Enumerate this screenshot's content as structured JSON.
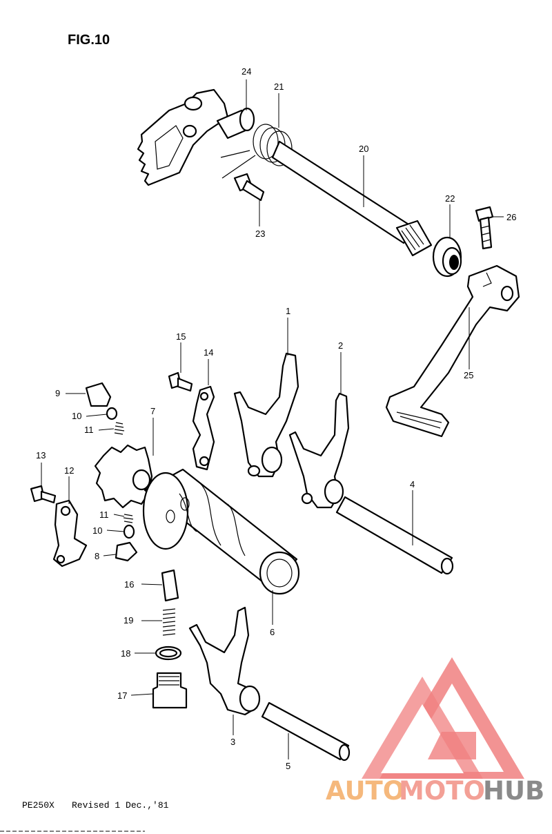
{
  "figure": {
    "title": "FIG.10"
  },
  "footer": {
    "model": "PE250X",
    "revision": "Revised 1 Dec.,'81"
  },
  "watermark": {
    "text_a": "AUTO",
    "text_b": "MOTO",
    "text_c": "HUB",
    "color_a": "#f5b87c",
    "color_b": "#f3a096",
    "color_c": "#8a8a8a",
    "logo_color": "#f08080"
  },
  "callouts": {
    "p1": "1",
    "p2": "2",
    "p3": "3",
    "p4": "4",
    "p5": "5",
    "p6": "6",
    "p7": "7",
    "p8": "8",
    "p9": "9",
    "p10a": "10",
    "p10b": "10",
    "p11a": "11",
    "p11b": "11",
    "p12": "12",
    "p13": "13",
    "p14": "14",
    "p15": "15",
    "p16": "16",
    "p17": "17",
    "p18": "18",
    "p19": "19",
    "p20": "20",
    "p21": "21",
    "p22": "22",
    "p23": "23",
    "p24": "24",
    "p25": "25",
    "p26": "26"
  }
}
